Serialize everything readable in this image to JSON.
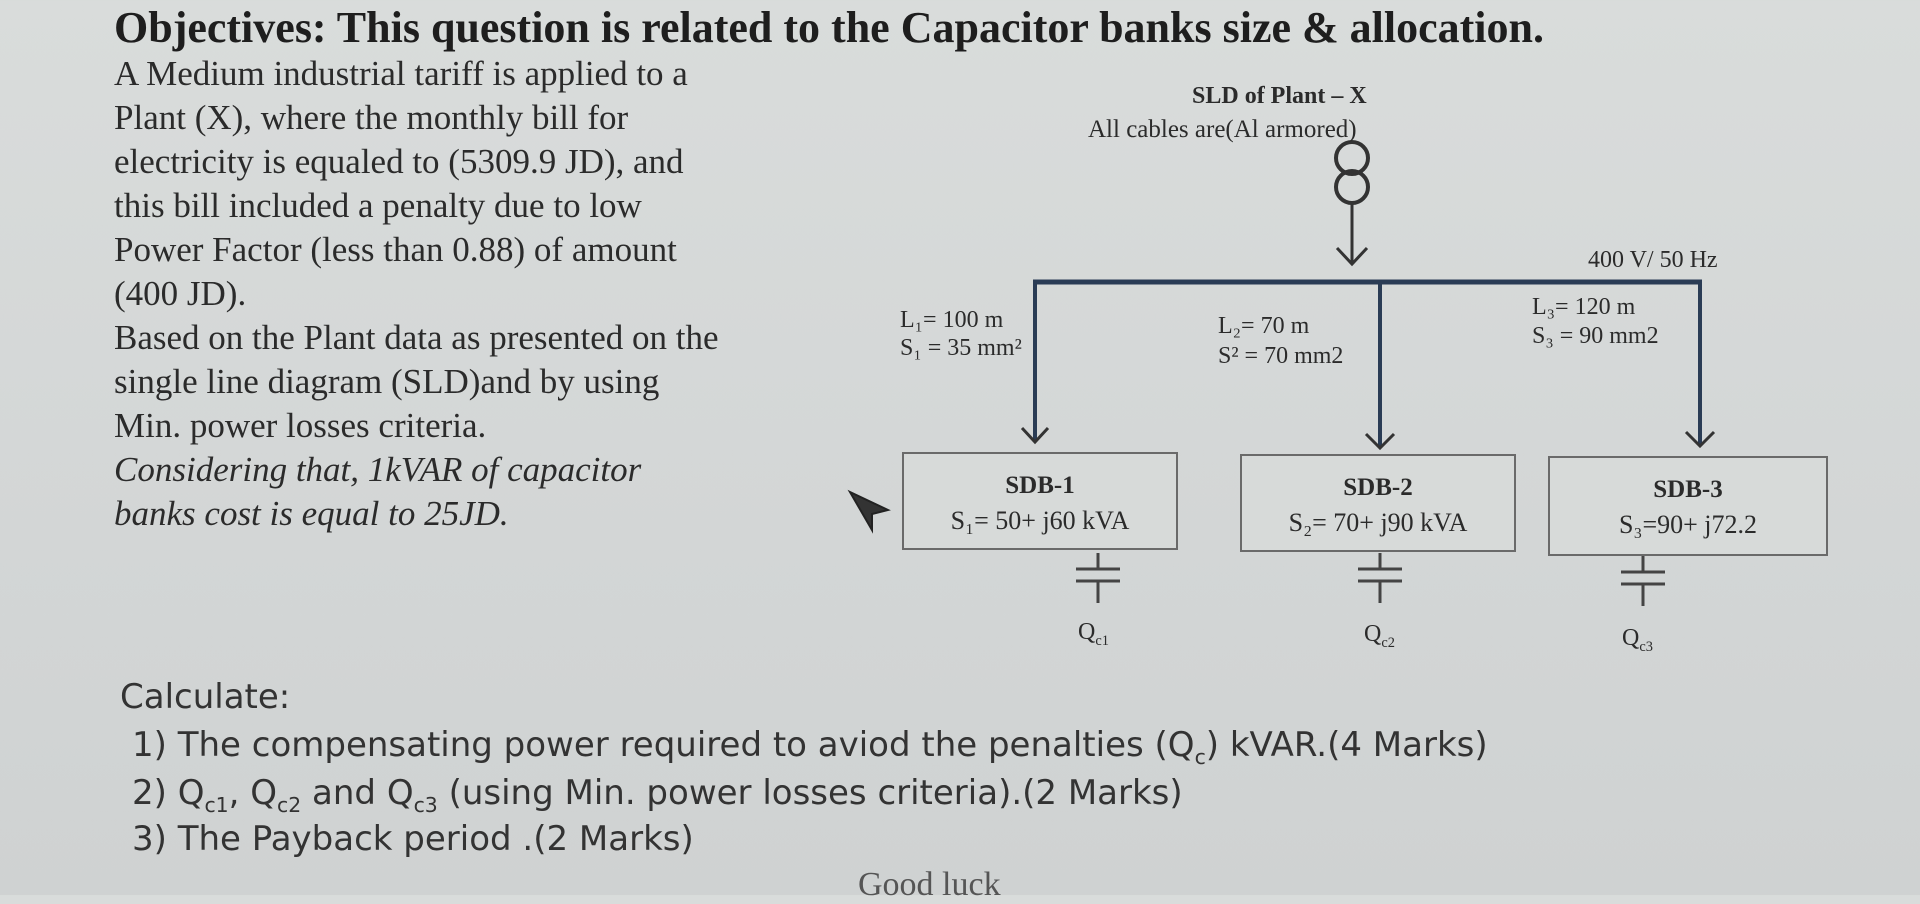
{
  "title": "Objectives: This question is related to the Capacitor banks size & allocation.",
  "intro_lines": [
    "A Medium industrial tariff is applied to a",
    "Plant (X), where the monthly bill for",
    "electricity is equaled to (5309.9 JD), and",
    "this bill included a penalty due to low",
    "Power Factor (less than 0.88) of amount",
    "(400 JD).",
    "Based on the Plant data as presented on the",
    "single line diagram (SLD)and by using",
    "Min. power losses criteria."
  ],
  "italic_lines": [
    "Considering that, 1kVAR of capacitor",
    "banks cost is equal to 25JD."
  ],
  "sld": {
    "title": "SLD of Plant – X",
    "cables_note": "All cables are(Al armored)",
    "supply": "400 V/ 50 Hz",
    "feeders": [
      {
        "length": "L₁= 100 m",
        "section": "S₁ = 35 mm²"
      },
      {
        "length": "L₂= 70 m",
        "section": "S² = 70 mm2"
      },
      {
        "length": "L₃= 120 m",
        "section": "S₃ = 90 mm2"
      }
    ],
    "sdbs": [
      {
        "name": "SDB-1",
        "load": "S₁= 50+ j60 kVA",
        "cap": "Q",
        "cap_sub": "c1"
      },
      {
        "name": "SDB-2",
        "load": "S₂= 70+ j90 kVA",
        "cap": "Q",
        "cap_sub": "c2"
      },
      {
        "name": "SDB-3",
        "load": "S₃=90+ j72.2",
        "cap": "Q",
        "cap_sub": "c3"
      }
    ]
  },
  "calculate": {
    "heading": "Calculate:",
    "item1_pre": "1) The compensating power required to aviod the penalties  (Q",
    "item1_sub": "c",
    "item1_post": ") kVAR.(4 Marks)",
    "item2_pre": "2) Q",
    "item2_sub1": "c1",
    "item2_mid1": ", Q",
    "item2_sub2": "c2",
    "item2_mid2": " and  Q",
    "item2_sub3": "c3",
    "item2_post": " (using Min. power losses criteria).(2 Marks)",
    "item3": "3) The Payback period .(2 Marks)"
  },
  "closing": "Good luck"
}
